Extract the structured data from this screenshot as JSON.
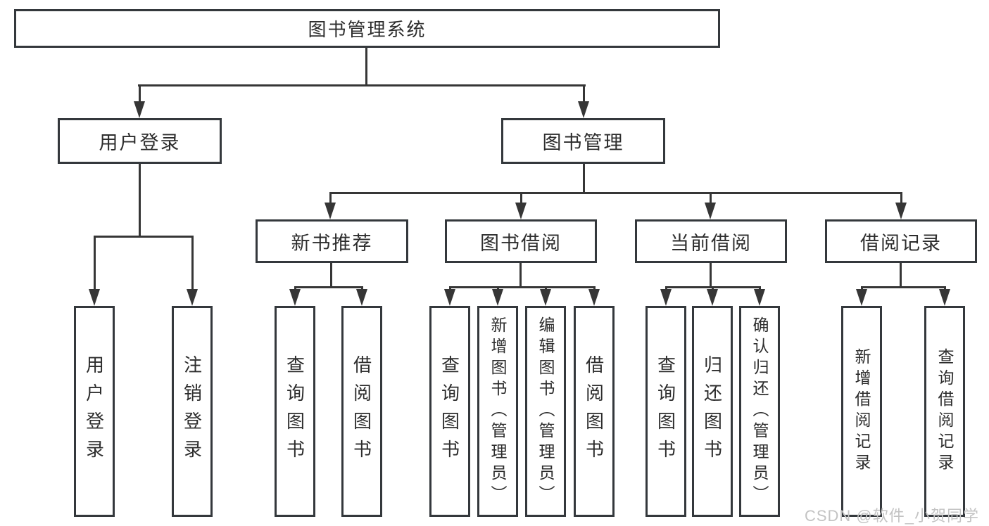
{
  "diagram": {
    "type": "hierarchy-tree",
    "watermark": "CSDN @软件_小贺同学"
  },
  "colors": {
    "line": "#363636",
    "border": "#34383c",
    "fill": "#ffffff",
    "text": "#2d2d2d",
    "wm": "#c3c3c3",
    "bg": "#ffffff"
  },
  "tree": {
    "label": "图书管理系统",
    "children": [
      {
        "label": "用户登录",
        "children": [
          {
            "label": "用户登录"
          },
          {
            "label": "注销登录"
          }
        ]
      },
      {
        "label": "图书管理",
        "children": [
          {
            "label": "新书推荐",
            "children": [
              {
                "label": "查询图书"
              },
              {
                "label": "借阅图书"
              }
            ]
          },
          {
            "label": "图书借阅",
            "children": [
              {
                "label": "查询图书"
              },
              {
                "label": "新增图书（管理员）"
              },
              {
                "label": "编辑图书（管理员）"
              },
              {
                "label": "借阅图书"
              }
            ]
          },
          {
            "label": "当前借阅",
            "children": [
              {
                "label": "查询图书"
              },
              {
                "label": "归还图书"
              },
              {
                "label": "确认归还（管理员）"
              }
            ]
          },
          {
            "label": "借阅记录",
            "children": [
              {
                "label": "新增借阅记录"
              },
              {
                "label": "查询借阅记录"
              }
            ]
          }
        ]
      }
    ]
  }
}
